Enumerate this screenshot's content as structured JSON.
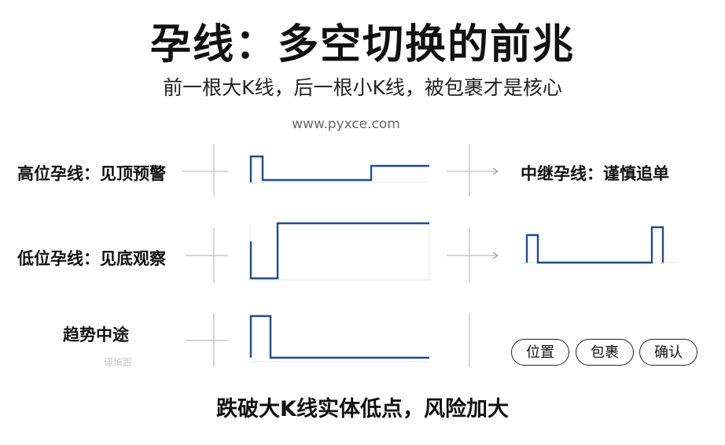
{
  "header": {
    "title": "孕线：多空切换的前兆",
    "subtitle": "前一根大K线，后一根小K线，被包裹才是核心",
    "watermark": "www.pyxce.com"
  },
  "rows": [
    {
      "label": "高位孕线：见顶预警"
    },
    {
      "label": "低位孕线：见底观察"
    },
    {
      "label": "趋势中途",
      "faint_text": "谨慎跟"
    }
  ],
  "side_label": "中继孕线：谨慎追单",
  "buttons": [
    {
      "label": "位置"
    },
    {
      "label": "包裹"
    },
    {
      "label": "确认"
    }
  ],
  "footer": "跌破大K线实体低点，风险加大",
  "colors": {
    "line": "#1f4e8c",
    "guide": "#bdbdbd",
    "text": "#111111"
  }
}
